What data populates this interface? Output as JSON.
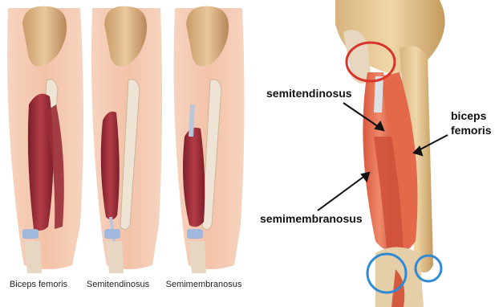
{
  "left_panel": {
    "captions": [
      "Biceps femoris",
      "Semitendinosus",
      "Semimembranosus"
    ],
    "highlight_color": "#a8333d"
  },
  "right_panel": {
    "labels": {
      "semitendinosus": "semitendinosus",
      "biceps": "biceps",
      "femoris": "femoris",
      "semimembranosus": "semimembranosus"
    },
    "circle_colors": {
      "origin": "#d9342b",
      "insertion": "#2f8ad6"
    }
  }
}
